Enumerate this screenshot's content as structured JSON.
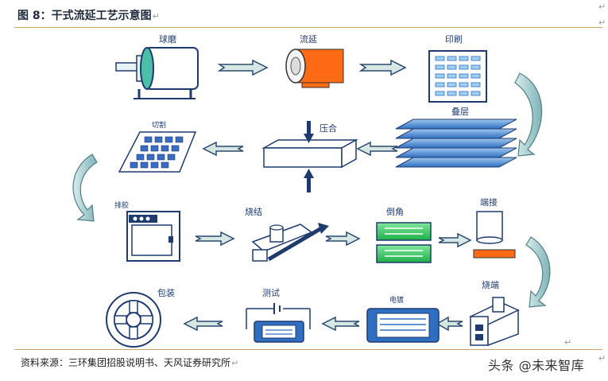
{
  "figure": {
    "title": "图 8：干式流延工艺示意图",
    "source": "资料来源：三环集团招股说明书、天风证券研究所",
    "watermark": "头条 @未来智库",
    "return_mark": "↵"
  },
  "steps": {
    "ball_mill": "球磨",
    "casting": "流延",
    "printing": "印刷",
    "stacking": "叠层",
    "pressing": "压合",
    "cutting": "切割",
    "debinding": "排胶",
    "sintering": "烧结",
    "chamfering": "倒角",
    "termination": "端接",
    "term_firing": "烧端",
    "plating": "电镀",
    "testing": "测试",
    "packaging": "包装"
  },
  "colors": {
    "navy": "#1f3b6e",
    "arrow_fill": "#d7e7e4",
    "orange": "#ff6a14",
    "green": "#2fc75a",
    "blue_layer": "#3a7bd5",
    "teal": "#8cc3c6"
  }
}
